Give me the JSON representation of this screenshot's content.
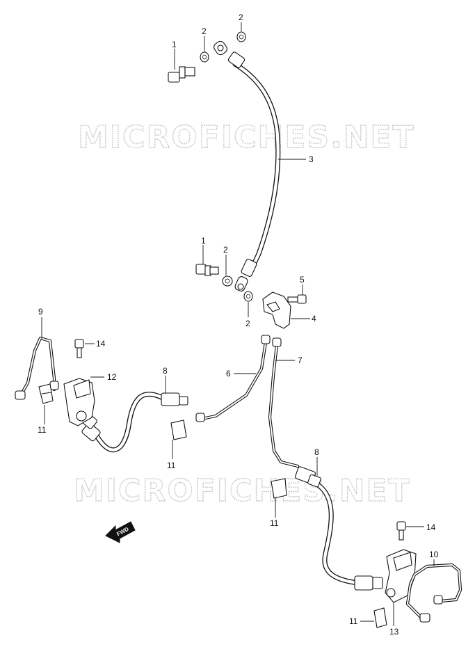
{
  "watermarks": [
    {
      "text": "MICROFICHES.NET"
    },
    {
      "text": "MICROFICHES.NET"
    }
  ],
  "callouts": [
    {
      "text": "1"
    },
    {
      "text": "2"
    },
    {
      "text": "2"
    },
    {
      "text": "3"
    },
    {
      "text": "1"
    },
    {
      "text": "2"
    },
    {
      "text": "2"
    },
    {
      "text": "5"
    },
    {
      "text": "4"
    },
    {
      "text": "9"
    },
    {
      "text": "14"
    },
    {
      "text": "12"
    },
    {
      "text": "8"
    },
    {
      "text": "6"
    },
    {
      "text": "7"
    },
    {
      "text": "11"
    },
    {
      "text": "11"
    },
    {
      "text": "8"
    },
    {
      "text": "11"
    },
    {
      "text": "14"
    },
    {
      "text": "10"
    },
    {
      "text": "11"
    },
    {
      "text": "13"
    }
  ],
  "fwd_arrow": {
    "text": "FWD"
  }
}
